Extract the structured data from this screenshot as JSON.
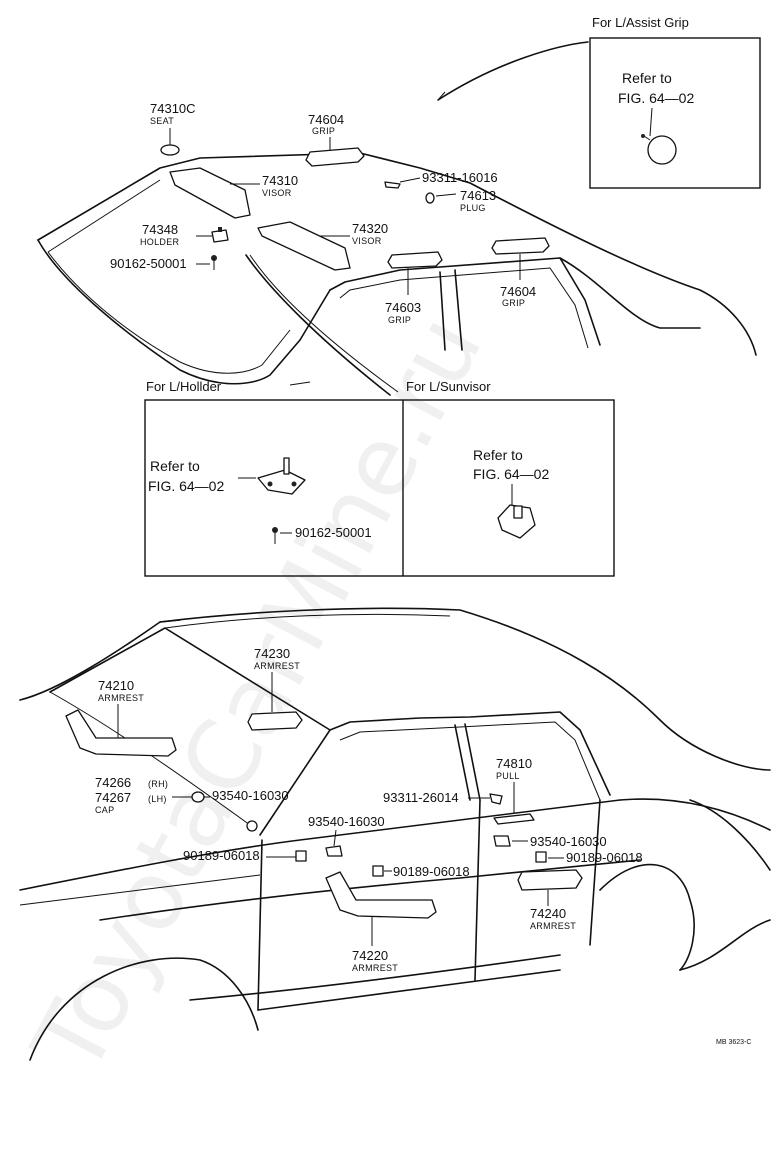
{
  "insets": {
    "assist_grip_title": "For L/Assist Grip",
    "holder_title": "For L/Hollder",
    "sunvisor_title": "For L/Sunvisor",
    "refer_line1": "Refer to",
    "refer_line2": "FIG. 64—02"
  },
  "parts": {
    "p74310c": {
      "num": "74310C",
      "desc": "SEAT"
    },
    "p74604a": {
      "num": "74604",
      "desc": "GRIP"
    },
    "p74310": {
      "num": "74310",
      "desc": "VISOR"
    },
    "p93311_16016": {
      "num": "93311-16016"
    },
    "p74613": {
      "num": "74613",
      "desc": "PLUG"
    },
    "p74348": {
      "num": "74348",
      "desc": "HOLDER"
    },
    "p74320": {
      "num": "74320",
      "desc": "VISOR"
    },
    "p90162a": {
      "num": "90162-50001"
    },
    "p74603": {
      "num": "74603",
      "desc": "GRIP"
    },
    "p74604b": {
      "num": "74604",
      "desc": "GRIP"
    },
    "p90162b": {
      "num": "90162-50001"
    },
    "p74230": {
      "num": "74230",
      "desc": "ARMREST"
    },
    "p74210": {
      "num": "74210",
      "desc": "ARMREST"
    },
    "p74266": {
      "num": "74266",
      "side": "(RH)"
    },
    "p74267": {
      "num": "74267",
      "side": "(LH)",
      "desc": "CAP"
    },
    "p93540a": {
      "num": "93540-16030"
    },
    "p74810": {
      "num": "74810",
      "desc": "PULL"
    },
    "p93311_26014": {
      "num": "93311-26014"
    },
    "p93540b": {
      "num": "93540-16030"
    },
    "p93540c": {
      "num": "93540-16030"
    },
    "p90189a": {
      "num": "90189-06018"
    },
    "p90189b": {
      "num": "90189-06018"
    },
    "p90189c": {
      "num": "90189-06018"
    },
    "p74220": {
      "num": "74220",
      "desc": "ARMREST"
    },
    "p74240": {
      "num": "74240",
      "desc": "ARMREST"
    }
  },
  "diagram_code": "MB 3623-C",
  "watermark": "ToyotaCarMine.ru"
}
